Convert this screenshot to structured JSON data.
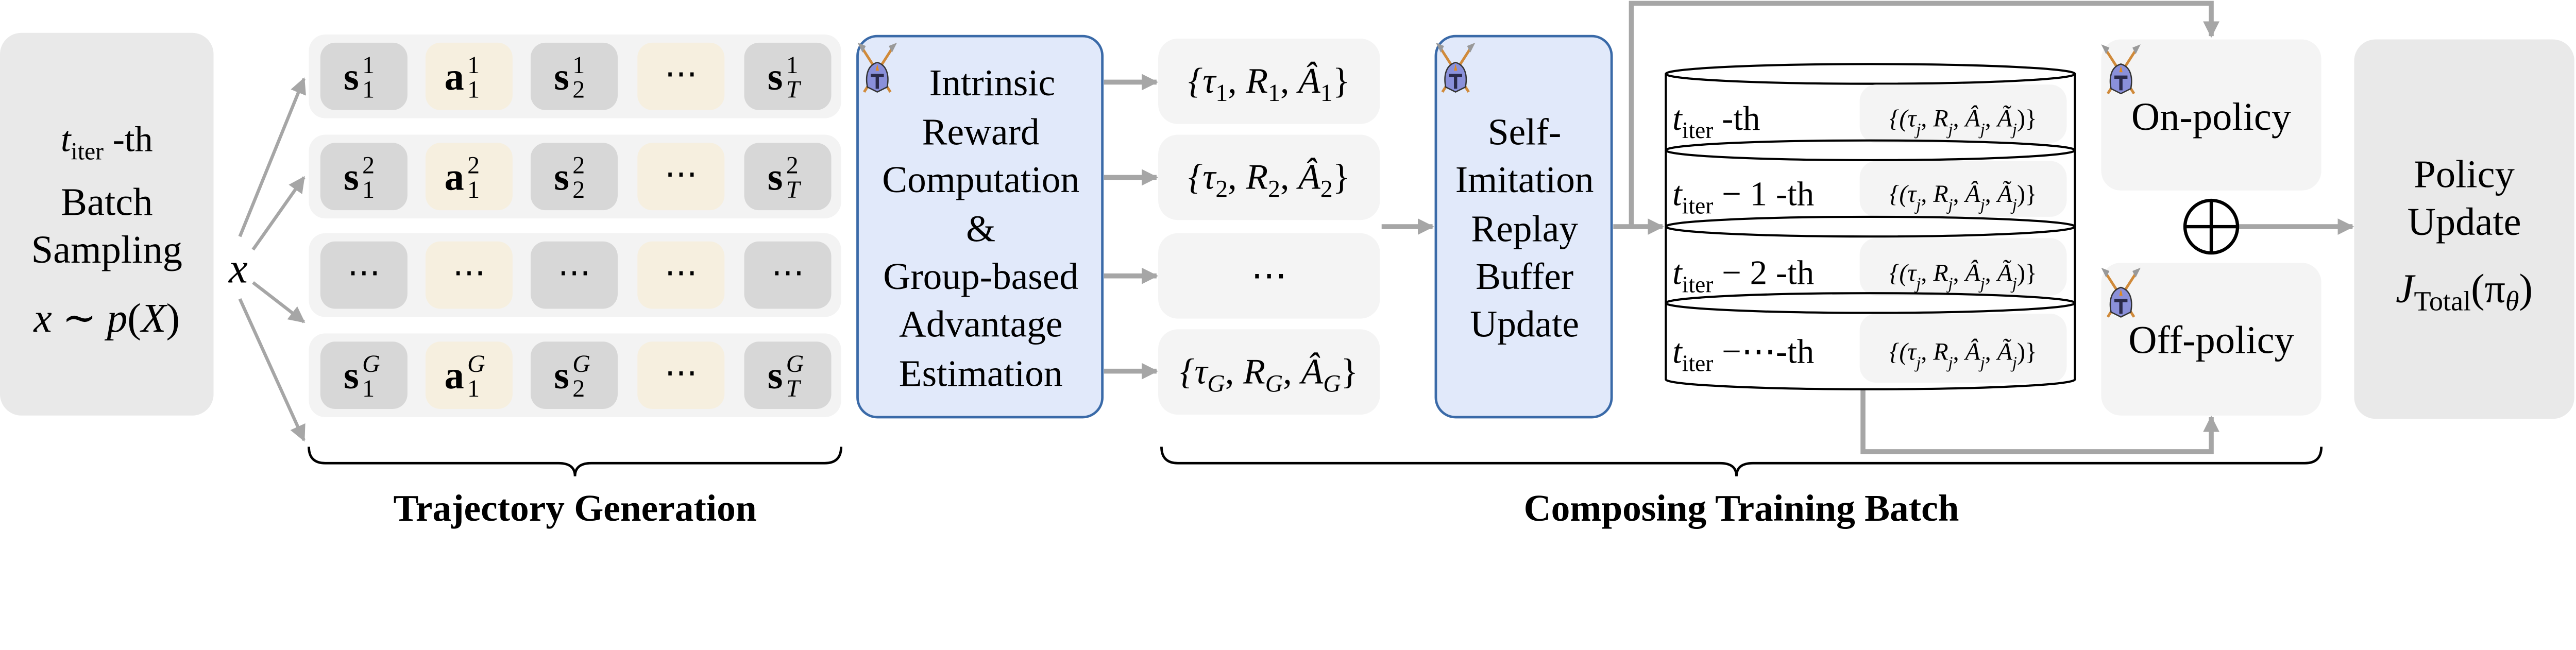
{
  "colors": {
    "sampling_box": "#e9e9e9",
    "row_bg": "#f3f3f3",
    "state_cell": "#d7d7d7",
    "action_cell": "#f6efdf",
    "blue_fill": "#e1e9fa",
    "blue_stroke": "#3a6aa8",
    "arrow": "#a6a6a6",
    "light_box": "#f4f4f4",
    "policy_box": "#e9e9e9"
  },
  "sampling": {
    "title": [
      {
        "t": "t",
        "i": true
      },
      {
        "t": "iter",
        "s": "sub"
      },
      {
        "t": " -th"
      }
    ],
    "line2": "Batch",
    "line3": "Sampling",
    "formula": [
      {
        "t": "x",
        "i": true
      },
      {
        "t": " ∼ "
      },
      {
        "t": "p",
        "i": true
      },
      {
        "t": "("
      },
      {
        "t": "X",
        "i": true
      },
      {
        "t": ")"
      }
    ]
  },
  "x_label": "x",
  "trajectories": {
    "rows": [
      [
        {
          "b": "s",
          "sup": "1",
          "sub": "1",
          "k": "state"
        },
        {
          "b": "a",
          "sup": "1",
          "sub": "1",
          "k": "action"
        },
        {
          "b": "s",
          "sup": "1",
          "sub": "2",
          "k": "state"
        },
        {
          "b": "⋯",
          "k": "action"
        },
        {
          "b": "s",
          "sup": "1",
          "sub": "T",
          "k": "state"
        }
      ],
      [
        {
          "b": "s",
          "sup": "2",
          "sub": "1",
          "k": "state"
        },
        {
          "b": "a",
          "sup": "2",
          "sub": "1",
          "k": "action"
        },
        {
          "b": "s",
          "sup": "2",
          "sub": "2",
          "k": "state"
        },
        {
          "b": "⋯",
          "k": "action"
        },
        {
          "b": "s",
          "sup": "2",
          "sub": "T",
          "k": "state"
        }
      ],
      [
        {
          "b": "⋯",
          "k": "state"
        },
        {
          "b": "⋯",
          "k": "action"
        },
        {
          "b": "⋯",
          "k": "state"
        },
        {
          "b": "⋯",
          "k": "action"
        },
        {
          "b": "⋯",
          "k": "state"
        }
      ],
      [
        {
          "b": "s",
          "sup": "G",
          "sub": "1",
          "k": "state"
        },
        {
          "b": "a",
          "sup": "G",
          "sub": "1",
          "k": "action"
        },
        {
          "b": "s",
          "sup": "G",
          "sub": "2",
          "k": "state"
        },
        {
          "b": "⋯",
          "k": "action"
        },
        {
          "b": "s",
          "sup": "G",
          "sub": "T",
          "k": "state"
        }
      ]
    ]
  },
  "intrinsic": {
    "icon": "warrior-helmet-icon",
    "lines": [
      "Intrinsic",
      "Reward",
      "Computation",
      "&",
      "Group-based",
      "Advantage",
      "Estimation"
    ]
  },
  "tuples": [
    [
      {
        "t": "{τ",
        "i": true
      },
      {
        "t": "1",
        "s": "sub"
      },
      {
        "t": ", "
      },
      {
        "t": "R",
        "i": true
      },
      {
        "t": "1",
        "s": "sub"
      },
      {
        "t": ", "
      },
      {
        "t": "Â",
        "i": true
      },
      {
        "t": "1",
        "s": "sub"
      },
      {
        "t": "}"
      }
    ],
    [
      {
        "t": "{τ",
        "i": true
      },
      {
        "t": "2",
        "s": "sub"
      },
      {
        "t": ", "
      },
      {
        "t": "R",
        "i": true
      },
      {
        "t": "2",
        "s": "sub"
      },
      {
        "t": ", "
      },
      {
        "t": "Â",
        "i": true
      },
      {
        "t": "2",
        "s": "sub"
      },
      {
        "t": "}"
      }
    ],
    [
      {
        "t": "⋯"
      }
    ],
    [
      {
        "t": "{τ",
        "i": true
      },
      {
        "t": "G",
        "s": "sub",
        "i": true
      },
      {
        "t": ", "
      },
      {
        "t": "R",
        "i": true
      },
      {
        "t": "G",
        "s": "sub",
        "i": true
      },
      {
        "t": ", "
      },
      {
        "t": "Â",
        "i": true
      },
      {
        "t": "G",
        "s": "sub",
        "i": true
      },
      {
        "t": "}"
      }
    ]
  ],
  "replay": {
    "icon": "warrior-helmet-icon",
    "lines": [
      "Self-",
      "Imitation",
      "Replay",
      "Buffer",
      "Update"
    ]
  },
  "buffer": {
    "rows": [
      {
        "label": [
          {
            "t": "t",
            "i": true
          },
          {
            "t": "iter",
            "s": "sub"
          },
          {
            "t": " -th"
          }
        ],
        "tuple": [
          {
            "t": "{(τ",
            "i": true
          },
          {
            "t": "j",
            "s": "sub",
            "i": true
          },
          {
            "t": ", "
          },
          {
            "t": "R",
            "i": true
          },
          {
            "t": "j",
            "s": "sub",
            "i": true
          },
          {
            "t": ", "
          },
          {
            "t": "Â",
            "i": true
          },
          {
            "t": "j",
            "s": "sub",
            "i": true
          },
          {
            "t": ", "
          },
          {
            "t": "Ã",
            "i": true
          },
          {
            "t": "j",
            "s": "sub",
            "i": true
          },
          {
            "t": ")}"
          }
        ]
      },
      {
        "label": [
          {
            "t": "t",
            "i": true
          },
          {
            "t": "iter",
            "s": "sub"
          },
          {
            "t": " − 1 -th"
          }
        ],
        "tuple": [
          {
            "t": "{(τ",
            "i": true
          },
          {
            "t": "j",
            "s": "sub",
            "i": true
          },
          {
            "t": ", "
          },
          {
            "t": "R",
            "i": true
          },
          {
            "t": "j",
            "s": "sub",
            "i": true
          },
          {
            "t": ", "
          },
          {
            "t": "Â",
            "i": true
          },
          {
            "t": "j",
            "s": "sub",
            "i": true
          },
          {
            "t": ", "
          },
          {
            "t": "Ã",
            "i": true
          },
          {
            "t": "j",
            "s": "sub",
            "i": true
          },
          {
            "t": ")}"
          }
        ]
      },
      {
        "label": [
          {
            "t": "t",
            "i": true
          },
          {
            "t": "iter",
            "s": "sub"
          },
          {
            "t": " − 2 -th"
          }
        ],
        "tuple": [
          {
            "t": "{(τ",
            "i": true
          },
          {
            "t": "j",
            "s": "sub",
            "i": true
          },
          {
            "t": ", "
          },
          {
            "t": "R",
            "i": true
          },
          {
            "t": "j",
            "s": "sub",
            "i": true
          },
          {
            "t": ", "
          },
          {
            "t": "Â",
            "i": true
          },
          {
            "t": "j",
            "s": "sub",
            "i": true
          },
          {
            "t": ", "
          },
          {
            "t": "Ã",
            "i": true
          },
          {
            "t": "j",
            "s": "sub",
            "i": true
          },
          {
            "t": ")}"
          }
        ]
      },
      {
        "label": [
          {
            "t": "t",
            "i": true
          },
          {
            "t": "iter",
            "s": "sub"
          },
          {
            "t": " −⋯-th"
          }
        ],
        "tuple": [
          {
            "t": "{(τ",
            "i": true
          },
          {
            "t": "j",
            "s": "sub",
            "i": true
          },
          {
            "t": ", "
          },
          {
            "t": "R",
            "i": true
          },
          {
            "t": "j",
            "s": "sub",
            "i": true
          },
          {
            "t": ", "
          },
          {
            "t": "Â",
            "i": true
          },
          {
            "t": "j",
            "s": "sub",
            "i": true
          },
          {
            "t": ", "
          },
          {
            "t": "Ã",
            "i": true
          },
          {
            "t": "j",
            "s": "sub",
            "i": true
          },
          {
            "t": ")}"
          }
        ]
      }
    ]
  },
  "on_policy": {
    "label": "On-policy",
    "icon": "warrior-helmet-icon"
  },
  "off_policy": {
    "label": "Off-policy",
    "icon": "warrior-helmet-icon"
  },
  "combine_symbol": "⊕",
  "policy": {
    "line1": "Policy",
    "line2": "Update",
    "formula": [
      {
        "t": "J",
        "i": true
      },
      {
        "t": "Total",
        "s": "sub"
      },
      {
        "t": "(π",
        "i": false
      },
      {
        "t": "θ",
        "s": "sub",
        "i": true
      },
      {
        "t": ")"
      }
    ]
  },
  "braces": {
    "trajectory": "Trajectory Generation",
    "composing": "Composing Training Batch"
  }
}
